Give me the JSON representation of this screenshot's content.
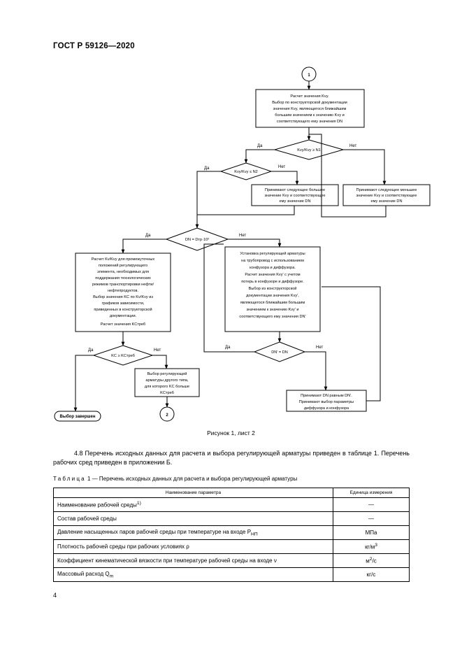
{
  "header": {
    "doc_id": "ГОСТ Р 59126—2020"
  },
  "flowchart": {
    "connector_top": "1",
    "connector_bottom": "2",
    "box_kvy_lines": [
      "Расчет значения Kvy.",
      "Выбор по конструкторской документации",
      "значения Kvy, являющегося ближайшим",
      "большим значением к значению Kvy и",
      "соответствующего ему значения DN"
    ],
    "dec_kvy_ratio": "Kvy/Kvy ≥ N1",
    "dec_kvy_n2": "Kvy/Kvy ≤ N2",
    "box_next_bigger_lines": [
      "Принимают следующее большее",
      "значение Kvy и соответствующее",
      "ему значение DN"
    ],
    "box_next_smaller_lines": [
      "Принимают следующее меньшее",
      "значение Kvy и соответствующее",
      "ему значение DN"
    ],
    "dec_dn": "DN = Dтр·10³",
    "box_calc_left_lines": [
      "Расчет Kv/Kvy для промежуточных",
      "положений регулирующего",
      "элемента, необходимых для",
      "поддержания технологических",
      "режимов транспортировки нефти/",
      "нефтепродуктов.",
      "Выбор значения KC по Kv/Kvy из",
      "графиков зависимости,",
      "приведенных в конструкторской",
      "документации.",
      "Расчет значения KCтреб"
    ],
    "box_install_lines": [
      "Установка регулирующей арматуры",
      "на трубопровод с использованием",
      "конфузора и диффузора.",
      "Расчет значения Kvy' с учетом",
      "потерь в конфузоре и диффузоре.",
      "Выбор из конструкторской",
      "документации значения Kvy',",
      "являющегося ближайшим большим",
      "значением к значению Kvy' и",
      "соответствующего ему значения DN'"
    ],
    "dec_dn2": "DN' = DN",
    "dec_kc": "KC ≥ KCтреб",
    "box_other_type_lines": [
      "Выбор регулирующей",
      "арматуры другого типа,",
      "для которого KC больше",
      "KCтреб"
    ],
    "box_accept_lines": [
      "Принимают DN равным DN'.",
      "Принимают выбор параметры",
      "диффузора и конфузора"
    ],
    "box_select": "Выбор завершен",
    "yes": "Да",
    "no": "Нет"
  },
  "figure_caption": "Рисунок 1, лист 2",
  "paragraph": {
    "number": "4.8",
    "text": "Перечень исходных данных для расчета и выбора регулирующей арматуры приведен в таблице 1. Перечень рабочих сред приведен в приложении Б."
  },
  "table_caption": {
    "label": "Таблица",
    "number": "1",
    "text": "— Перечень исходных данных для расчета и выбора регулирующей арматуры"
  },
  "table": {
    "headers": [
      "Наименование параметра",
      "Единица измерения"
    ],
    "rows": [
      {
        "name": "Наименование рабочей среды",
        "sup": "1)",
        "unit": "—"
      },
      {
        "name": "Состав рабочей среды",
        "unit": "—"
      },
      {
        "name": "Давление насыщенных паров рабочей среды при температуре на входе P",
        "sub": "НП",
        "unit": "МПа"
      },
      {
        "name": "Плотность рабочей среды при рабочих условиях ρ",
        "unit": "кг/м",
        "unit_sup": "3"
      },
      {
        "name": "Коэффициент кинематической вязкости при температуре рабочей среды на входе ν",
        "unit": "м",
        "unit_sup": "2",
        "unit_tail": "/с"
      },
      {
        "name": "Массовый расход Q",
        "sub": "m",
        "unit": "кг/с"
      }
    ]
  },
  "page_number": "4"
}
